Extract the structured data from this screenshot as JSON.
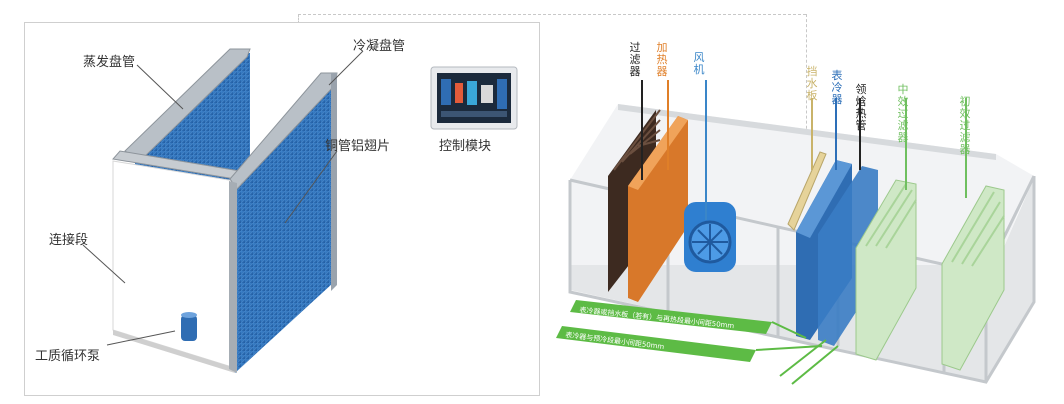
{
  "left_panel": {
    "labels": {
      "evaporator": "蒸发盘管",
      "condenser": "冷凝盘管",
      "fins": "铜管铝翅片",
      "connector": "连接段",
      "pump": "工质循环泵",
      "control": "控制模块"
    }
  },
  "ahu": {
    "vertical_labels": [
      {
        "text": "过滤器",
        "color": "#222222"
      },
      {
        "text": "加热器",
        "color": "#e07f28"
      },
      {
        "text": "风机",
        "color": "#3a86c8"
      },
      {
        "text": "挡水板",
        "color": "#c9b36a"
      },
      {
        "text": "表冷器",
        "color": "#2d6fb8"
      },
      {
        "text": "领焓热管",
        "color": "#222222"
      },
      {
        "text": "中效过滤器",
        "color": "#6fbf5f"
      },
      {
        "text": "初效过滤器",
        "color": "#6fbf5f"
      }
    ],
    "arrow_notes": {
      "note1": "表冷器或挡水板（若有）与再热段最小间距50mm",
      "note2": "表冷器与预冷段最小间距50mm"
    }
  },
  "colors": {
    "coil_blue": "#2f6db3",
    "frame_gray": "#9aa3ad",
    "green_band": "#5dbb45",
    "heater_orange": "#d8782a"
  }
}
